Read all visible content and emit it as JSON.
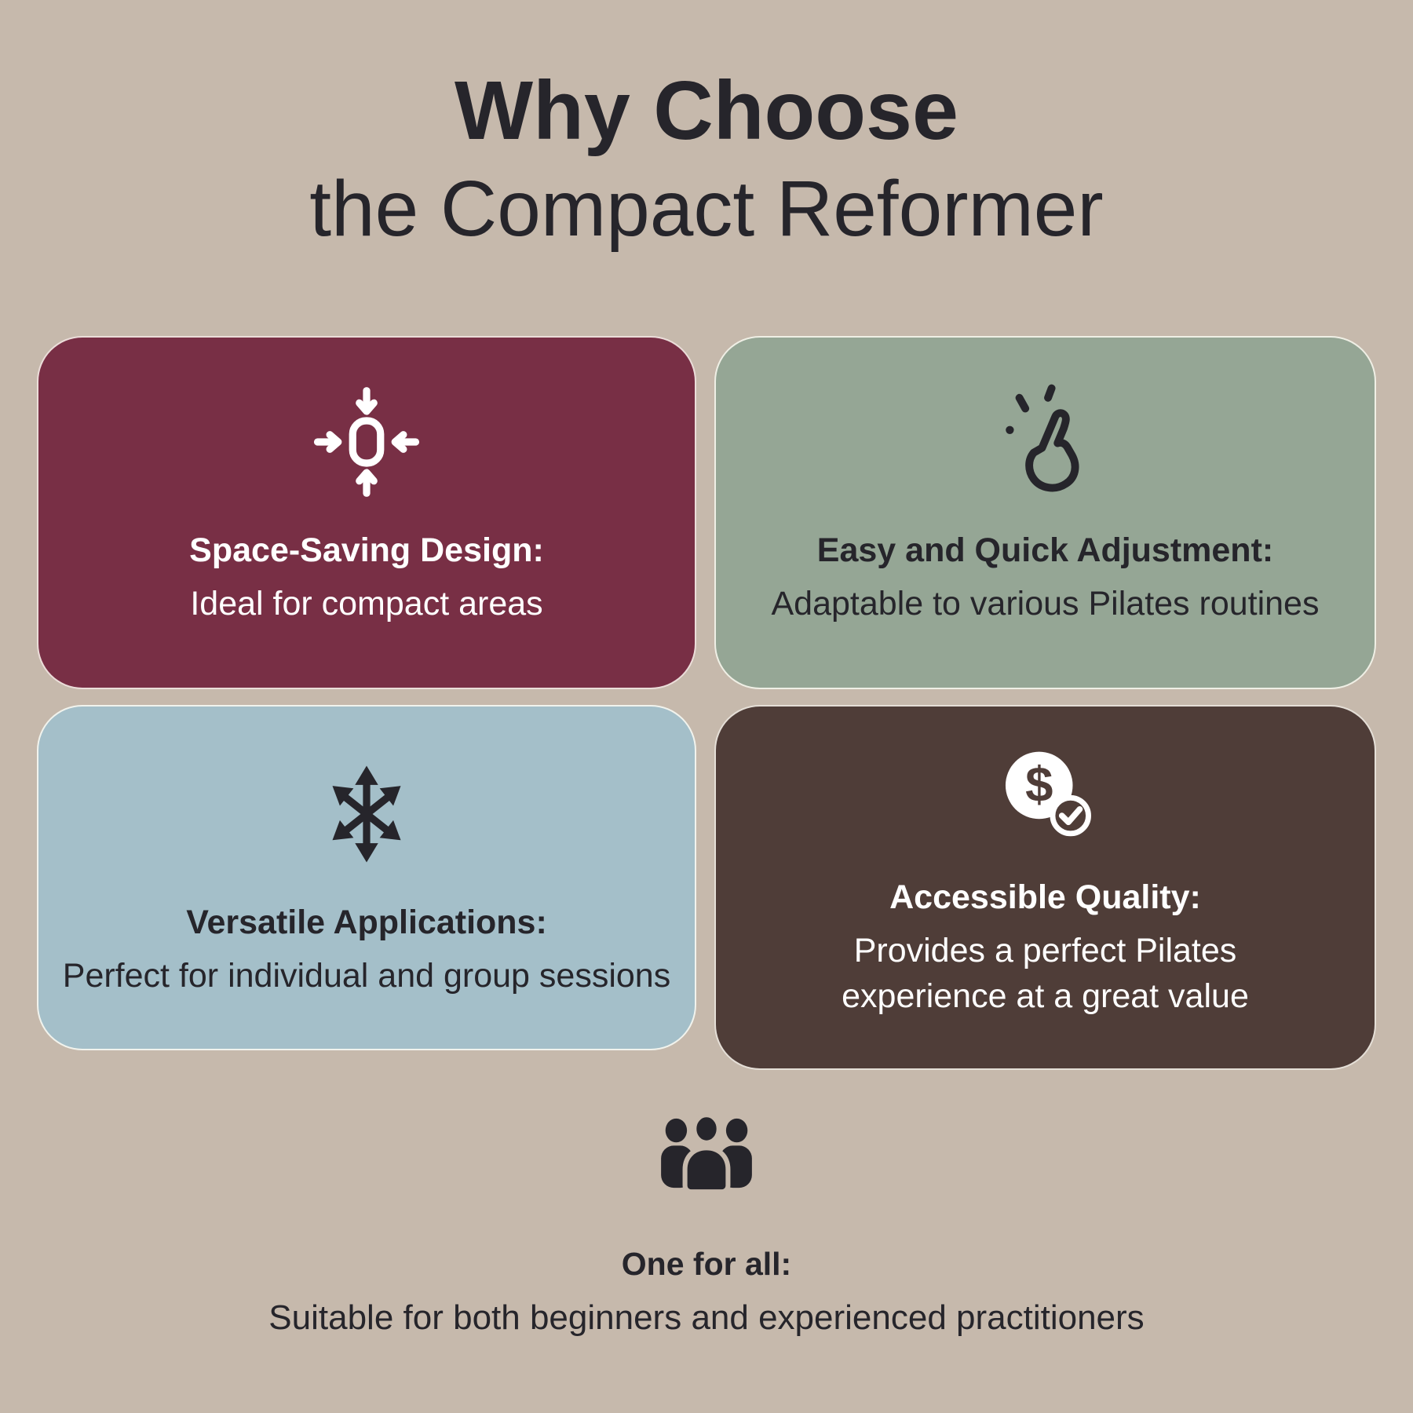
{
  "title": {
    "line1": "Why Choose",
    "line2": "the Compact Reformer"
  },
  "palette": {
    "page_bg": "#c6b9ac",
    "ink": "#26252b",
    "card1_bg": "#782f45",
    "card2_bg": "#95a695",
    "card3_bg": "#a4bfc9",
    "card4_bg": "#4f3d38",
    "card_text_light": "#ffffff"
  },
  "cards": [
    {
      "icon": "compress-arrows-icon",
      "heading": "Space-Saving Design:",
      "body": "Ideal for compact areas"
    },
    {
      "icon": "snap-fingers-icon",
      "heading": "Easy and Quick Adjustment:",
      "body": "Adaptable to various Pilates routines"
    },
    {
      "icon": "multi-direction-arrows-icon",
      "heading": "Versatile Applications:",
      "body": "Perfect for individual and group sessions"
    },
    {
      "icon": "dollar-check-icon",
      "heading": "Accessible Quality:",
      "body": "Provides a perfect Pilates experience at a great value"
    }
  ],
  "footer": {
    "icon": "people-group-icon",
    "heading": "One for all:",
    "body": "Suitable for both beginners and experienced practitioners"
  }
}
